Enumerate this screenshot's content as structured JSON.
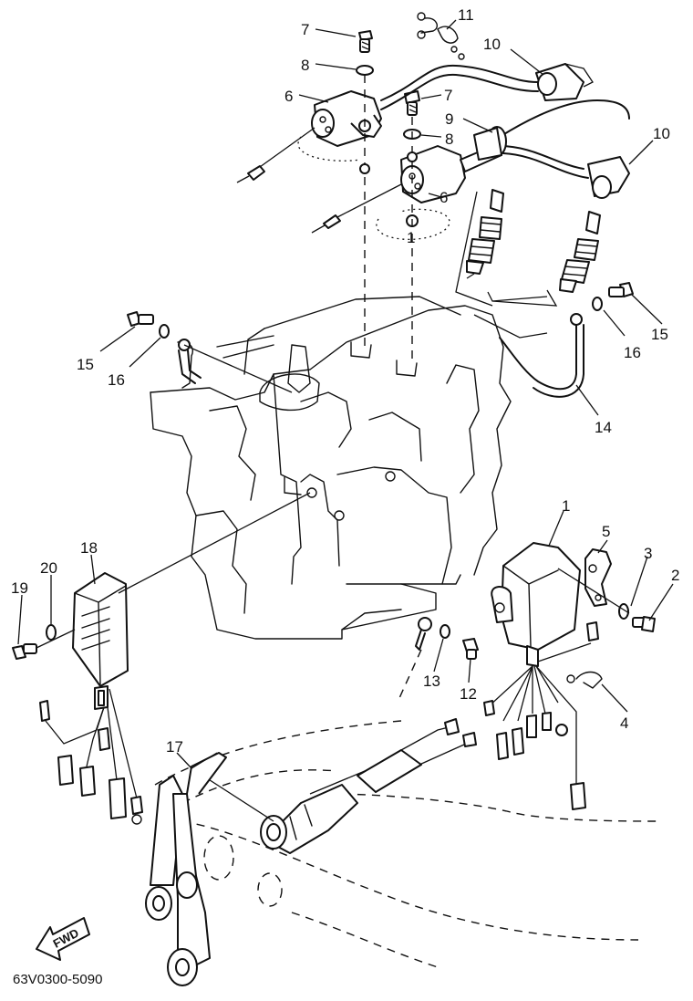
{
  "labels": {
    "n1a": "1",
    "n1b": "1",
    "n2": "2",
    "n3": "3",
    "n4": "4",
    "n5": "5",
    "n6a": "6",
    "n6b": "6",
    "n7a": "7",
    "n7b": "7",
    "n8a": "8",
    "n8b": "8",
    "n9": "9",
    "n10a": "10",
    "n10b": "10",
    "n11": "11",
    "n12": "12",
    "n13": "13",
    "n14": "14",
    "n15a": "15",
    "n15b": "15",
    "n16a": "16",
    "n16b": "16",
    "n17": "17",
    "n18": "18",
    "n19": "19",
    "n20": "20"
  },
  "fwd_arrow": {
    "text": "FWD",
    "icon": "fwd-arrow-icon"
  },
  "diagram_code": "63V0300-5090"
}
